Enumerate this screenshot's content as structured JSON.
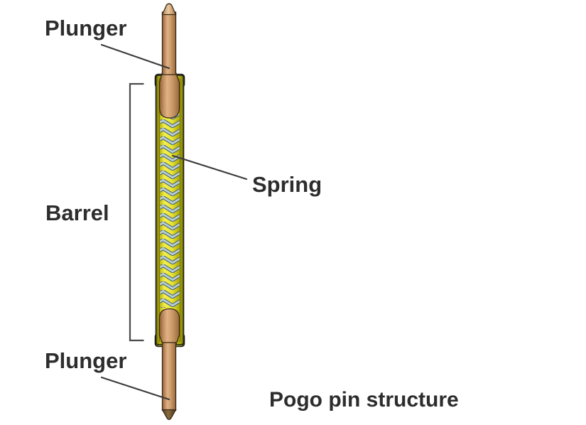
{
  "diagram": {
    "labels": {
      "plunger_top": "Plunger",
      "barrel": "Barrel",
      "spring": "Spring",
      "plunger_bottom": "Plunger"
    },
    "caption": "Pogo pin structure",
    "parts": [
      "Plunger",
      "Barrel",
      "Spring",
      "Plunger"
    ]
  },
  "colors": {
    "text": "#2d2d2d",
    "leader_line": "#3b3b3b",
    "bracket": "#4a4a4a",
    "copper_edge_dark": "#8e5f36",
    "copper_shade": "#bc8a5c",
    "copper_highlight": "#e0b185",
    "copper_mid": "#d2a170",
    "copper_edge": "#9a6a3c",
    "cone_edge_left": "#b8895b",
    "cone_light": "#ecc9a0",
    "cone_edge_right": "#a97a4c",
    "tip_dark_left": "#5c4526",
    "tip_mid": "#86683c",
    "tip_dark_right": "#4e391e",
    "barrel_edge": "#6e6d00",
    "barrel_mid": "#a3a00a",
    "barrel_bright": "#f0ed45",
    "cavity_edge": "#b7b40e",
    "cavity_bright": "#f2ef4e",
    "cavity_mid": "#e8e437",
    "cavity_dark": "#a9a607",
    "spring_light": "#b7cdd6",
    "spring_dark": "#3f5a64"
  }
}
